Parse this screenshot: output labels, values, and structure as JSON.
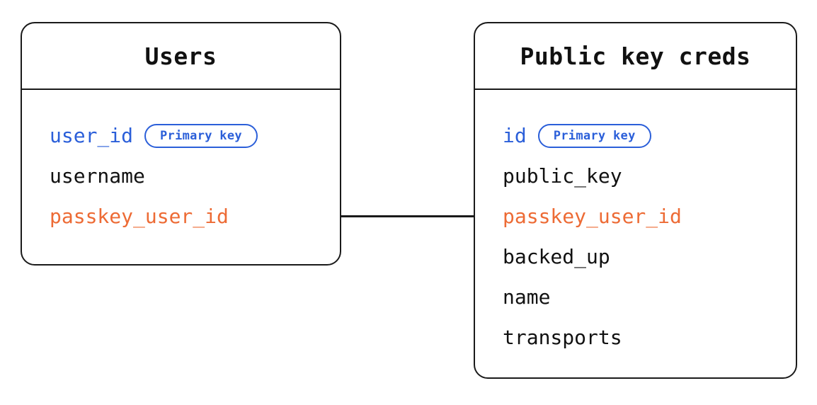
{
  "diagram": {
    "type": "entity-relationship-diagram",
    "background_color": "#ffffff",
    "colors": {
      "border": "#1a1a1a",
      "text": "#111111",
      "primary_key": "#2b5fd9",
      "foreign_key": "#ed6b35"
    },
    "entities": [
      {
        "id": "users",
        "title": "Users",
        "fields": [
          {
            "name": "user_id",
            "role": "primary_key",
            "badge": "Primary key"
          },
          {
            "name": "username",
            "role": "plain",
            "badge": null
          },
          {
            "name": "passkey_user_id",
            "role": "foreign_key",
            "badge": null
          }
        ]
      },
      {
        "id": "public_key_creds",
        "title": "Public key creds",
        "fields": [
          {
            "name": "id",
            "role": "primary_key",
            "badge": "Primary key"
          },
          {
            "name": "public_key",
            "role": "plain",
            "badge": null
          },
          {
            "name": "passkey_user_id",
            "role": "foreign_key",
            "badge": null
          },
          {
            "name": "backed_up",
            "role": "plain",
            "badge": null
          },
          {
            "name": "name",
            "role": "plain",
            "badge": null
          },
          {
            "name": "transports",
            "role": "plain",
            "badge": null
          }
        ]
      }
    ],
    "relationships": [
      {
        "from_entity": "users",
        "from_field": "passkey_user_id",
        "to_entity": "public_key_creds",
        "to_field": "passkey_user_id",
        "style": "straight-line"
      }
    ]
  }
}
